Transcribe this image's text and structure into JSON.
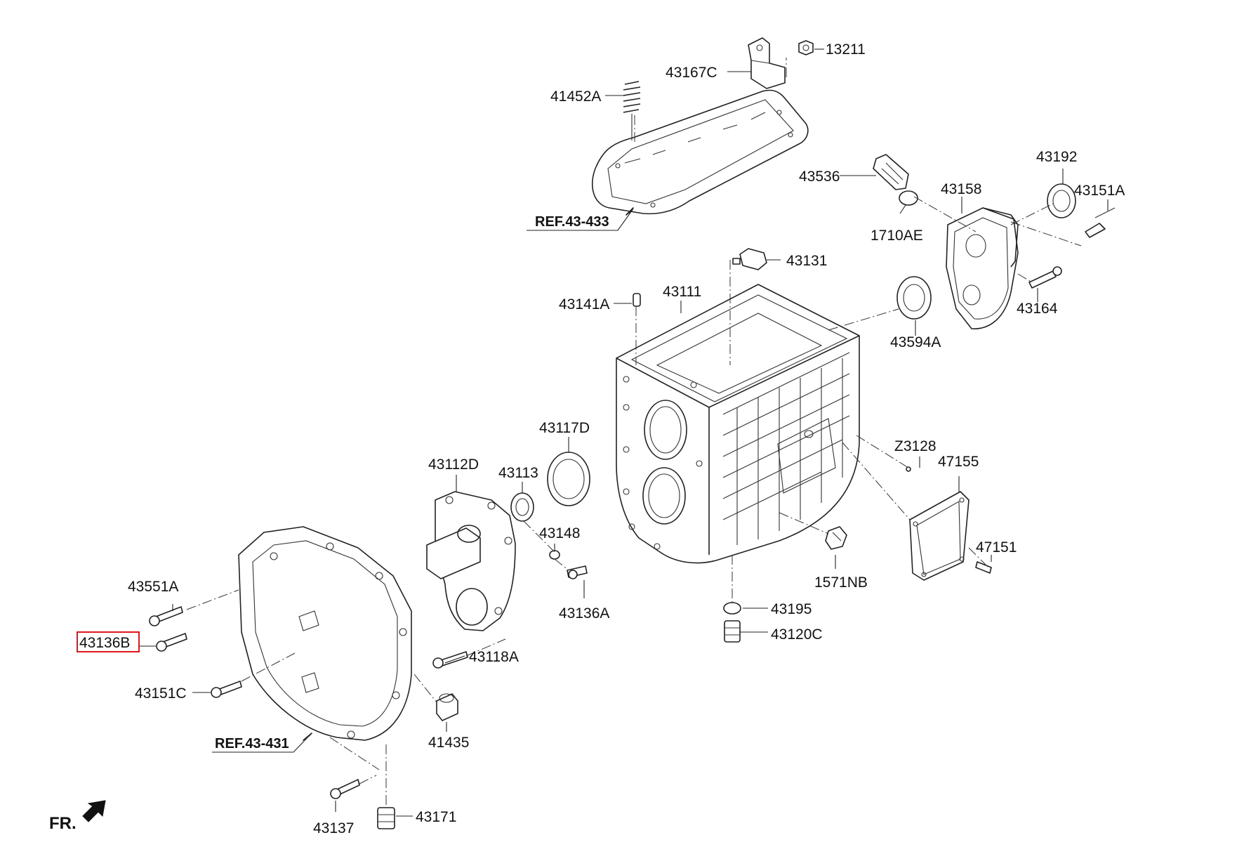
{
  "labels": {
    "p13211": "13211",
    "p43167C": "43167C",
    "p41452A": "41452A",
    "p43536": "43536",
    "p43158": "43158",
    "p43192": "43192",
    "p43151A": "43151A",
    "p1710AE": "1710AE",
    "p43131": "43131",
    "p43111": "43111",
    "p43141A": "43141A",
    "p43594A": "43594A",
    "p43164": "43164",
    "p43117D": "43117D",
    "p43112D": "43112D",
    "p43113": "43113",
    "pZ3128": "Z3128",
    "p47155": "47155",
    "p43148": "43148",
    "p47151": "47151",
    "p43551A": "43551A",
    "p1571NB": "1571NB",
    "p43136A": "43136A",
    "p43136B": "43136B",
    "p43195": "43195",
    "p43120C": "43120C",
    "p43118A": "43118A",
    "p43151C": "43151C",
    "p41435": "41435",
    "p43171": "43171",
    "p43137": "43137"
  },
  "refs": {
    "ref433": "REF.43-433",
    "ref431": "REF.43-431"
  },
  "orientation": "FR.",
  "highlighted_part": "43136B",
  "colors": {
    "highlight": "#e0151b",
    "line": "#222222",
    "background": "#ffffff"
  }
}
